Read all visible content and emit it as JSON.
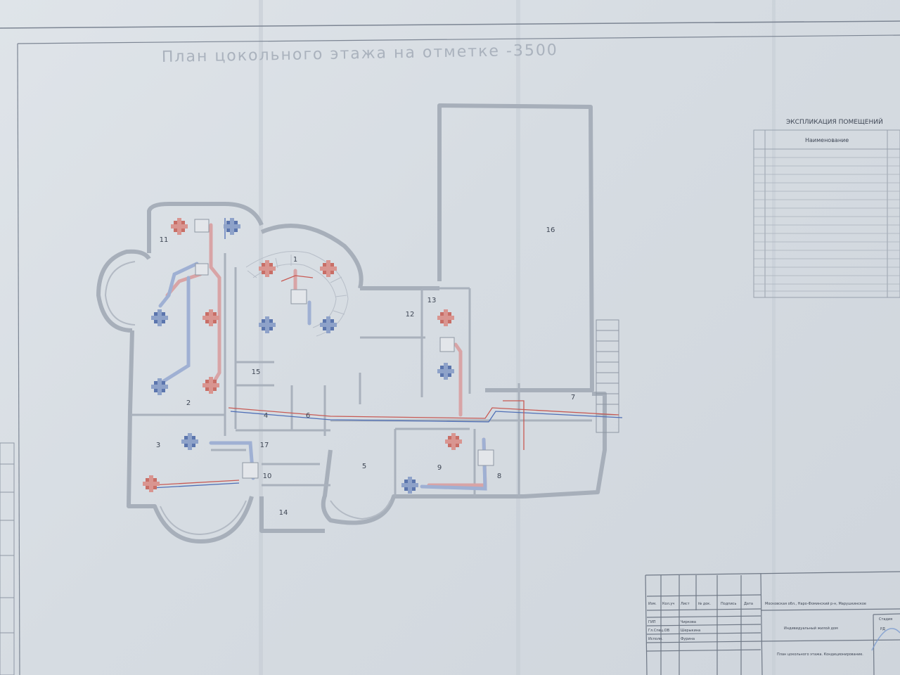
{
  "drawing": {
    "title": "План цокольного этажа на отметке -3500",
    "explication_title": "ЭКСПЛИКАЦИЯ ПОМЕЩЕНИЙ",
    "explication_header": "Наименование",
    "room_numbers": [
      "1",
      "2",
      "3",
      "4",
      "5",
      "6",
      "7",
      "8",
      "9",
      "10",
      "11",
      "12",
      "13",
      "14",
      "15",
      "16",
      "17"
    ]
  },
  "stamp": {
    "col_headers": [
      "Изм.",
      "Кол.уч",
      "Лист",
      "№ док.",
      "Подпись",
      "Дата"
    ],
    "roles": [
      "ГИП",
      "Гл.Спец.ОВ",
      "Исполн."
    ],
    "names": [
      "Чиркова",
      "Шерыкина",
      "Фурина"
    ],
    "address": "Московская обл., Наро-Фоминский р-н, Марушкинское",
    "object": "Индивидуальный жилой дом",
    "sheet_title": "План цокольного этажа. Кондиционирование.",
    "stage_label": "Стадия",
    "stage": "РД"
  },
  "colors": {
    "sheet": "#dde2e7",
    "line": "#8d96a3",
    "wall": "#aeb6c0",
    "supply": "#c85a54",
    "return": "#4f6fb6"
  }
}
